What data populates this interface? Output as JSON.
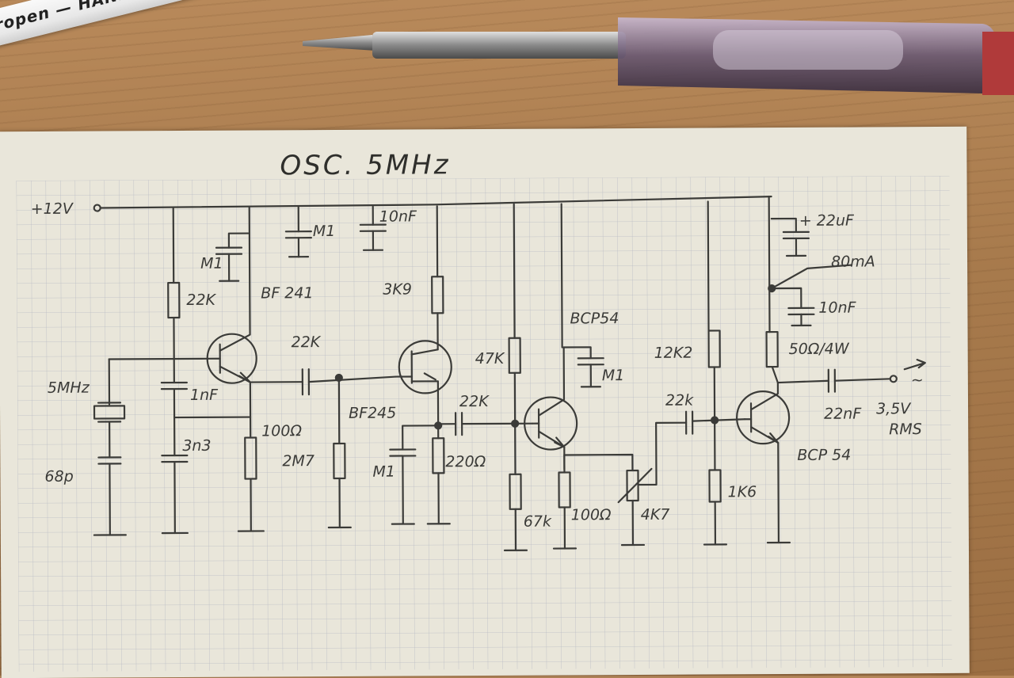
{
  "photo": {
    "pencil_brand": "ropen",
    "pencil_text": "— HANDWRITER —",
    "sheet_title": "OSC. 5MHz"
  },
  "schematic": {
    "supply": "+12V",
    "labels": {
      "m1_a": "M1",
      "r22k": "22K",
      "bf241": "BF 241",
      "m1_b": "M1",
      "c10nf_a": "10nF",
      "r3k9": "3K9",
      "c22k_a": "22K",
      "xtal": "5MHz",
      "c1nf": "1nF",
      "c3n3": "3n3",
      "c68p": "68p",
      "r100_a": "100Ω",
      "r2m7": "2M7",
      "bf245": "BF245",
      "m1_c": "M1",
      "r220": "220Ω",
      "r47k": "47K",
      "bcp54_a": "BCP54",
      "m1_d": "M1",
      "c22k_b": "22K",
      "r67k": "67k",
      "r100_b": "100Ω",
      "r4k7": "4K7",
      "r12k2": "12K2",
      "c22k_c": "22k",
      "r1k6": "1K6",
      "c22uf": "+ 22uF",
      "i80ma": "80mA",
      "c10nf_b": "10nF",
      "r50": "50Ω/4W",
      "c22nf": "22nF",
      "v35": "3,5V",
      "rms": "RMS",
      "bcp54_b": "BCP 54",
      "out_sym": "~"
    }
  },
  "colors": {
    "desk": "#a77a4c",
    "paper": "#e9e6da",
    "grid": "#b9bcc4",
    "ink": "#3b3b38"
  }
}
